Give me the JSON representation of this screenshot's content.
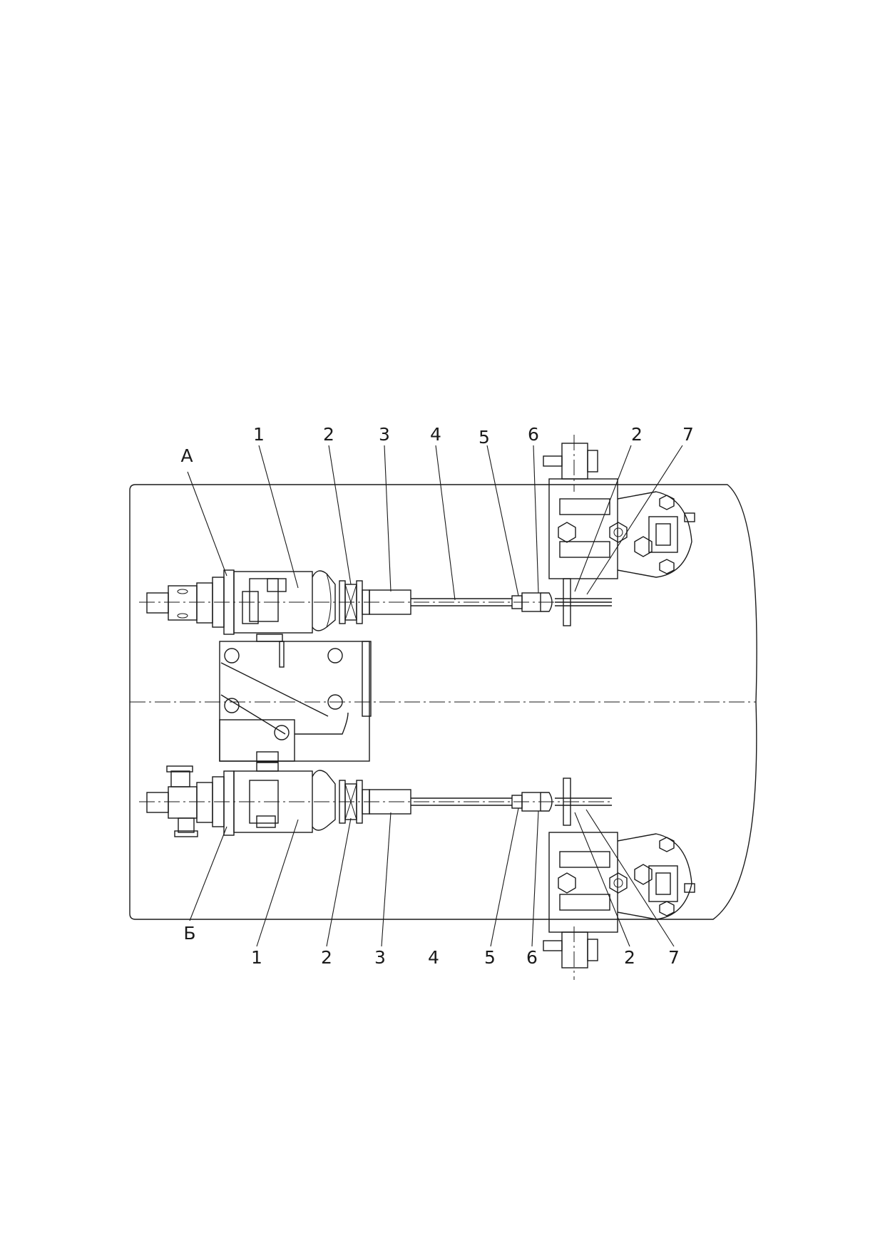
{
  "diagram": {
    "top_callouts": [
      "А",
      "1",
      "2",
      "3",
      "4",
      "5",
      "6",
      "2",
      "7"
    ],
    "bottom_callouts": [
      "Б",
      "1",
      "2",
      "3",
      "4",
      "5",
      "6",
      "2",
      "7"
    ]
  }
}
